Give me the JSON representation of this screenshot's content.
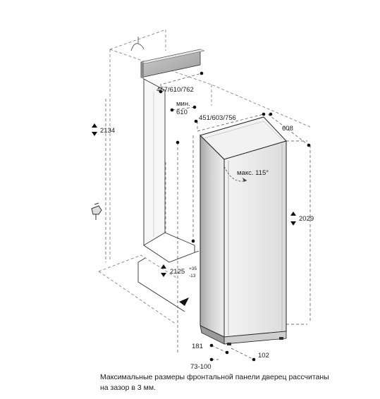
{
  "dimensions": {
    "niche_depth": "457/610/762",
    "min_label": "мин.",
    "min_value": "610",
    "unit_depth": "451/603/756",
    "unit_width": "608",
    "door_angle": "макс. 115°",
    "niche_height_total": "2134",
    "unit_height": "2029",
    "niche_height": "2125",
    "niche_height_tol_plus": "+35",
    "niche_height_tol_minus": "-13",
    "plinth_depth": "181",
    "plinth_height": "102",
    "plinth_range": "73-100"
  },
  "caption": {
    "line1": "Максимальные размеры фронтальной панели дверец рассчитаны",
    "line2": "на зазор в 3 мм."
  }
}
